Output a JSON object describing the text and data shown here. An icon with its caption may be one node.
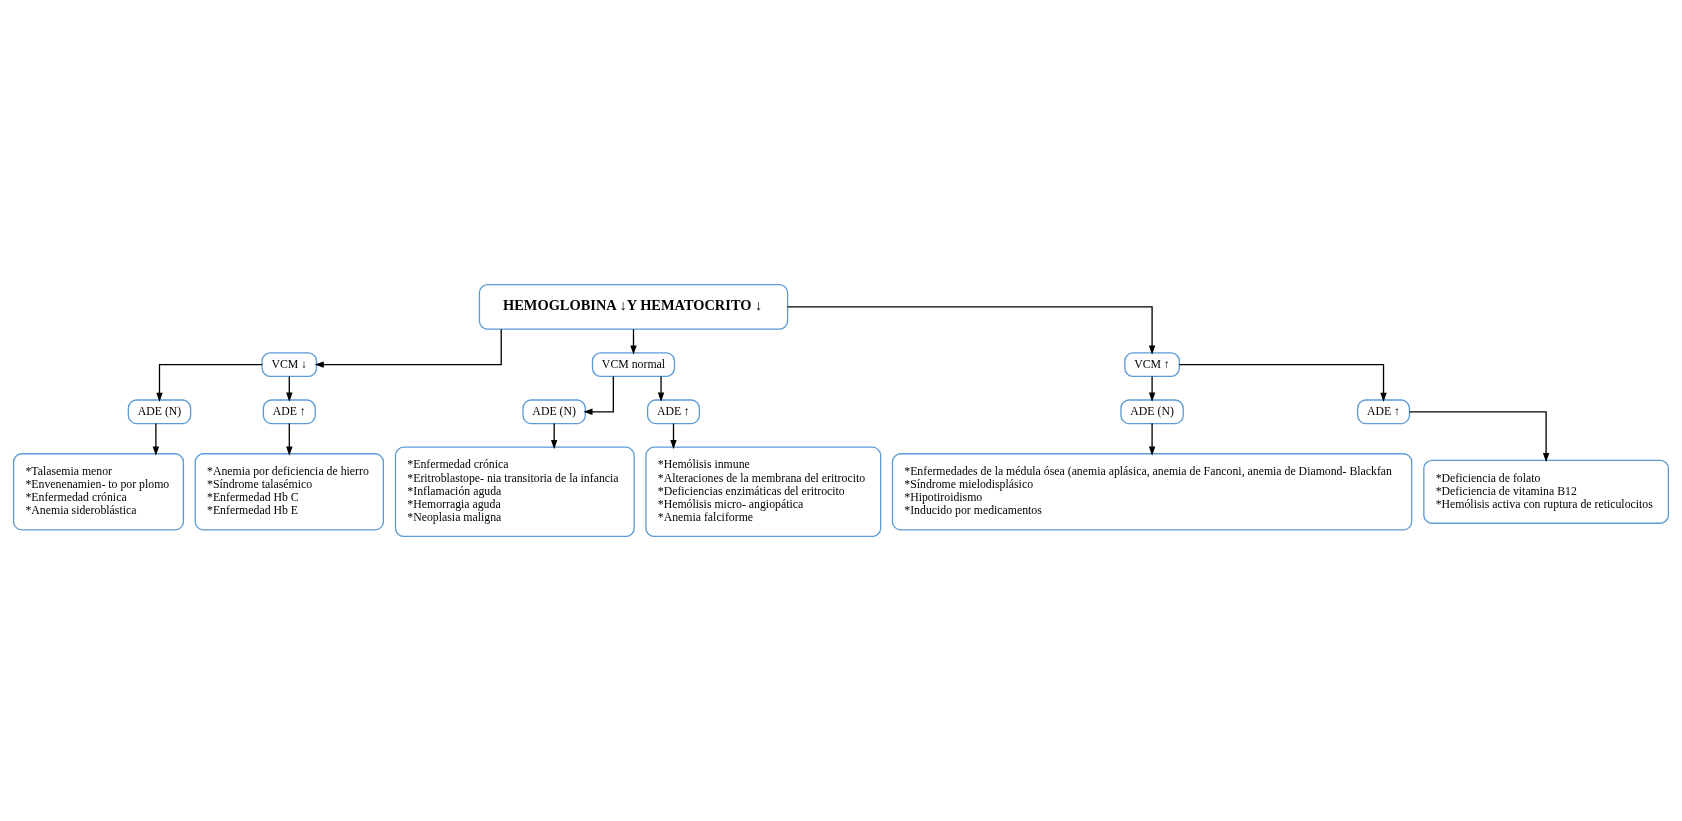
{
  "diagram": {
    "nodes": [
      {
        "text": [
          "HEMOGLOBINA ↓Y HEMATOCRITO ↓"
        ]
      },
      {
        "text": [
          "VCM ↓"
        ]
      },
      {
        "text": [
          "VCM normal"
        ]
      },
      {
        "text": [
          "VCM ↑"
        ]
      },
      {
        "text": [
          "ADE (N)"
        ]
      },
      {
        "text": [
          "ADE ↑"
        ]
      },
      {
        "text": [
          "ADE (N)"
        ]
      },
      {
        "text": [
          "ADE ↑"
        ]
      },
      {
        "text": [
          "ADE (N)"
        ]
      },
      {
        "text": [
          "ADE ↑"
        ]
      },
      {
        "text": [
          "*Talasemia menor",
          "*Envenenamien- to por plomo",
          "*Enfermedad crónica",
          "*Anemia sideroblástica"
        ]
      },
      {
        "text": [
          "*Anemia por deficiencia de hierro",
          "*Síndrome talasémico",
          "*Enfermedad Hb C",
          "*Enfermedad Hb E"
        ]
      },
      {
        "text": [
          "*Enfermedad crónica",
          "*Eritroblastope- nia transitoria de la infancia",
          "*Inflamación aguda",
          "*Hemorragia aguda",
          "*Neoplasia maligna"
        ]
      },
      {
        "text": [
          "*Hemólisis inmune",
          "*Alteraciones de la membrana del eritrocito",
          "*Deficiencias enzimáticas del eritrocito",
          "*Hemólisis micro- angiopática",
          "*Anemia falciforme"
        ]
      },
      {
        "text": [
          "*Enfermedades de la médula ósea (anemia aplásica, anemia de Fanconi, anemia de Diamond- Blackfan",
          "*Síndrome mielodisplásico",
          "*Hipotiroidismo",
          "*Inducido por medicamentos"
        ]
      },
      {
        "text": [
          "*Deficiencia de folato",
          "*Deficiencia de vitamina B12",
          "*Hemólisis activa con ruptura de reticulocitos"
        ]
      }
    ],
    "edges": [
      {
        "from": 0,
        "to": 1,
        "arrow": "to"
      },
      {
        "from": 0,
        "to": 2,
        "arrow": "to"
      },
      {
        "from": 0,
        "to": 3,
        "arrow": "to"
      },
      {
        "from": 1,
        "to": 4,
        "arrow": "to"
      },
      {
        "from": 1,
        "to": 5,
        "arrow": "to"
      },
      {
        "from": 2,
        "to": 6,
        "arrow": "to"
      },
      {
        "from": 2,
        "to": 7,
        "arrow": "to"
      },
      {
        "from": 3,
        "to": 8,
        "arrow": "to"
      },
      {
        "from": 3,
        "to": 9,
        "arrow": "to"
      },
      {
        "from": 4,
        "to": 10,
        "arrow": "to"
      },
      {
        "from": 5,
        "to": 11,
        "arrow": "to"
      },
      {
        "from": 6,
        "to": 12,
        "arrow": "to"
      },
      {
        "from": 7,
        "to": 13,
        "arrow": "to"
      },
      {
        "from": 8,
        "to": 14,
        "arrow": "to"
      },
      {
        "from": 9,
        "to": 15,
        "arrow": "to"
      }
    ]
  }
}
